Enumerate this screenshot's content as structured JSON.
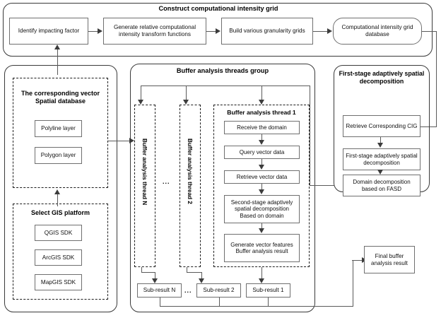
{
  "diagram": {
    "type": "flowchart",
    "title_hidden": "Two-stage adaptively spatial decomposition buffer analysis workflow"
  },
  "groups": {
    "cig": {
      "title": "Construct computational intensity grid",
      "nodes": [
        {
          "label": "Identify  impacting factor",
          "shape": "rect"
        },
        {
          "label": "Generate relative computational intensity transform functions",
          "shape": "rect"
        },
        {
          "label": "Build various granularity grids",
          "shape": "rect"
        },
        {
          "label": "Computational intensity grid database",
          "shape": "rounded"
        }
      ]
    },
    "vector_db": {
      "title": "The corresponding vector Spatial database",
      "nodes": [
        {
          "label": "Polyline layer"
        },
        {
          "label": "Polygon layer"
        }
      ]
    },
    "gis_platform": {
      "title": "Select GIS platform",
      "nodes": [
        {
          "label": "QGIS SDK"
        },
        {
          "label": "ArcGIS SDK"
        },
        {
          "label": "MapGIS SDK"
        }
      ]
    },
    "threads_group": {
      "title": "Buffer analysis threads group",
      "thread_n_label": "Buffer analysis thread N",
      "thread_2_label": "Buffer analysis thread 2",
      "ellipsis": "...",
      "thread_1": {
        "title": "Buffer analysis  thread 1",
        "steps": [
          {
            "label": "Receive the domain"
          },
          {
            "label": "Query vector data"
          },
          {
            "label": "Retrieve vector data"
          },
          {
            "label": "Second-stage adaptively spatial decomposition Based on domain"
          },
          {
            "label": "Generate vector features Buffer analysis result"
          }
        ]
      },
      "sub_results": [
        {
          "label": "Sub-result N"
        },
        {
          "label": "Sub-result 2"
        },
        {
          "label": "Sub-result 1"
        }
      ],
      "sub_ellipsis": "..."
    },
    "fasd": {
      "title": "First-stage adaptively spatial decomposition",
      "nodes": [
        {
          "label": "Retrieve Corresponding CIG"
        },
        {
          "label": "First-stage adaptively spatial decomposition"
        },
        {
          "label": "Domain decomposition based on FASD"
        }
      ]
    }
  },
  "final": {
    "label": "Final buffer analysis result"
  },
  "colors": {
    "node_border": "#6f6f6f",
    "group_border": "#3a3a3a",
    "dashed_border": "#1d1d1d",
    "line": "#5a5a5a",
    "text": "#111111",
    "background": "#ffffff"
  }
}
